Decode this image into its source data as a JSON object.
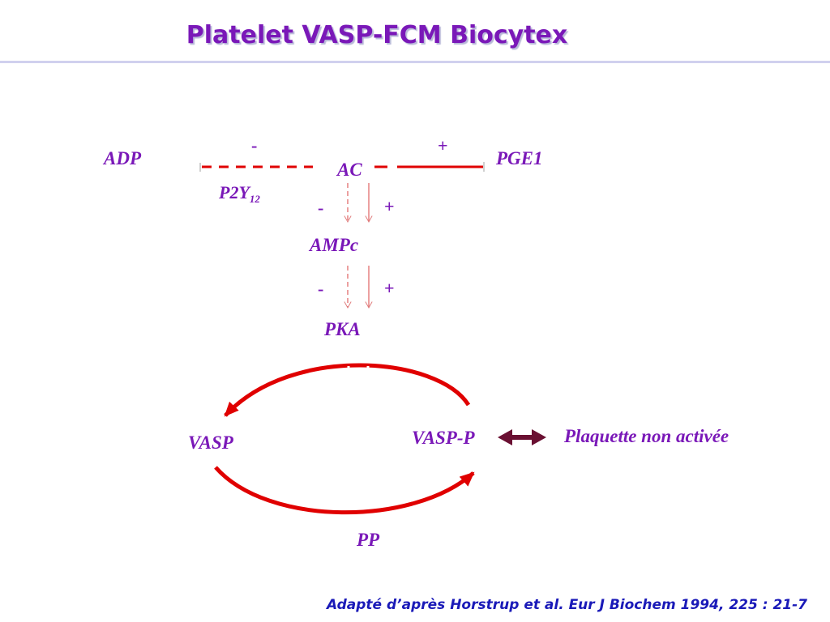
{
  "title": "Platelet  VASP-FCM Biocytex",
  "citation": "Adapté d’après Horstrup et al. Eur J Biochem 1994, 225 : 21-7",
  "colors": {
    "title": "#7a18b8",
    "labels": "#7a18b8",
    "arrows_red": "#e00000",
    "double_arrow": "#6a1032",
    "citation": "#1a1ab8",
    "rule": "#d0d0ee"
  },
  "nodes": {
    "adp": "ADP",
    "pge1": "PGE1",
    "ac": "AC",
    "p2y_base": "P2Y",
    "p2y_sub": "12",
    "ampc": "AMPc",
    "pka": "PKA",
    "vasp": "VASP",
    "vasp_p": "VASP-P",
    "non_activated": "Plaquette non activée",
    "pp": "PP"
  },
  "signs": {
    "adp_effect": "-",
    "pge1_effect": "+",
    "ac_to_ampc_inhibit": "-",
    "ac_to_ampc_stimulate": "+",
    "ampc_to_pka_inhibit": "-",
    "ampc_to_pka_stimulate": "+"
  }
}
